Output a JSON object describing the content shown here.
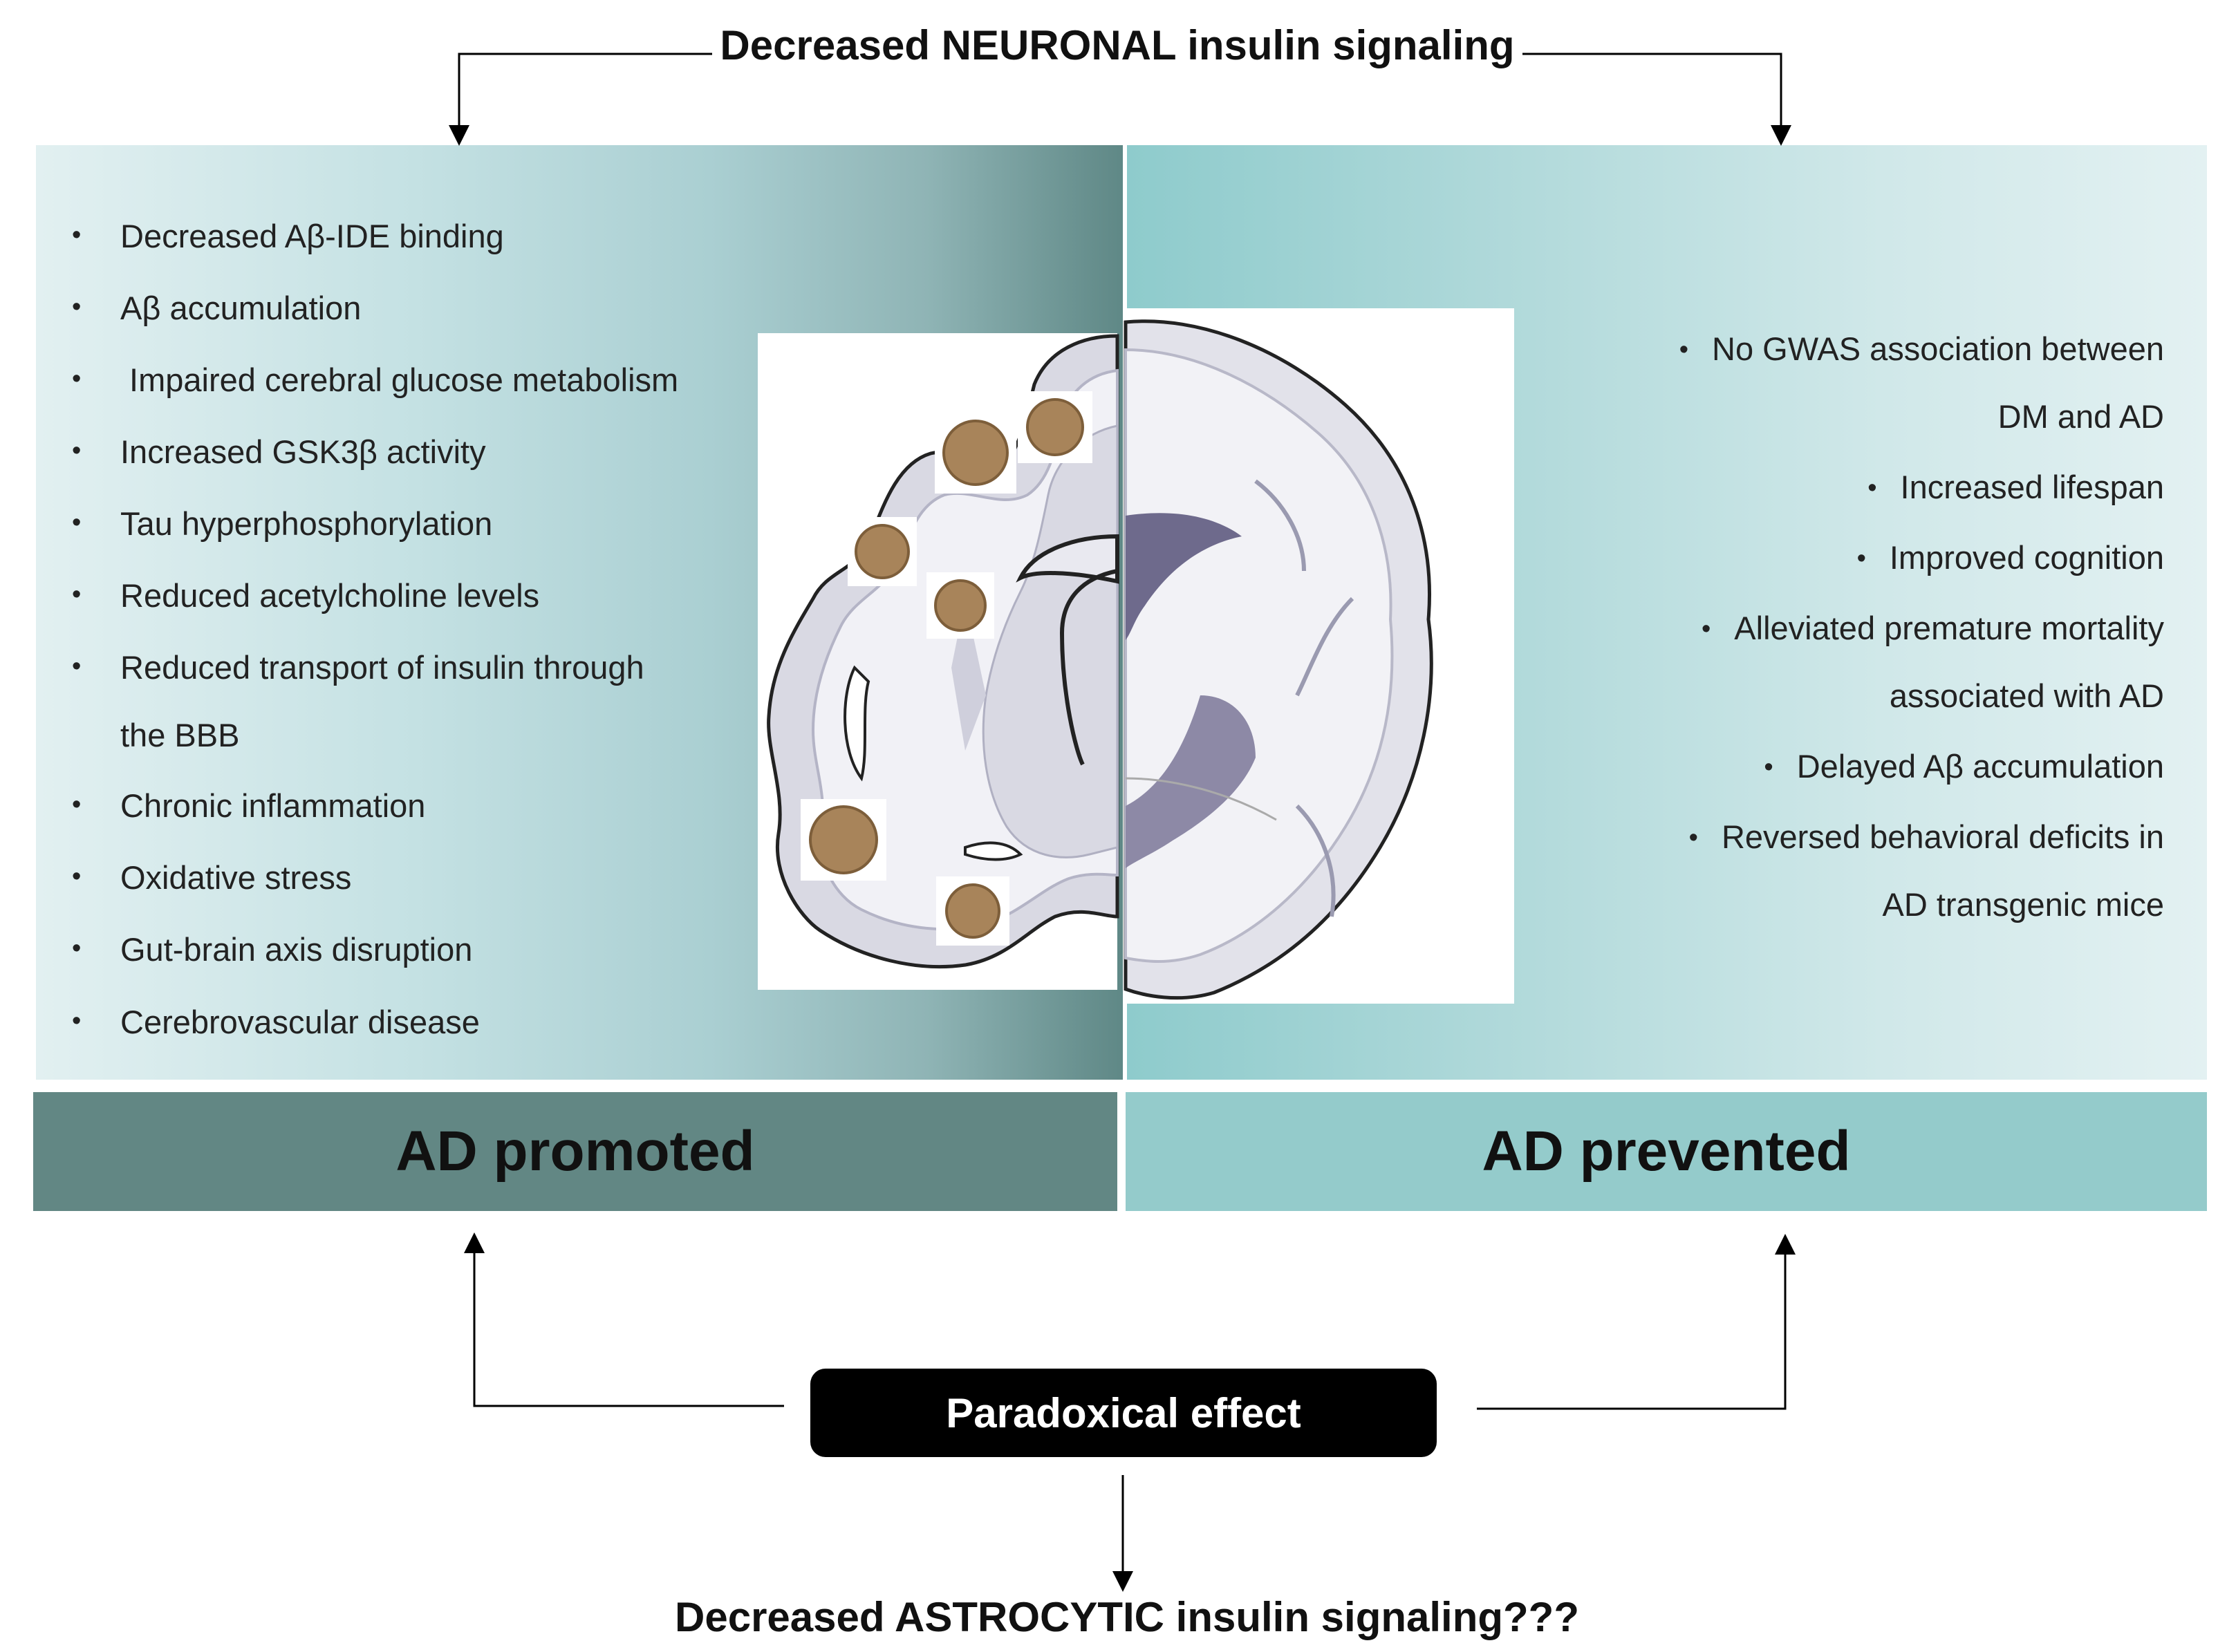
{
  "top_label": "Decreased NEURONAL insulin signaling",
  "bottom_label": "Decreased ASTROCYTIC insulin signaling???",
  "paradox_label": "Paradoxical effect",
  "left": {
    "bar_label": "AD promoted",
    "items": [
      {
        "text": "Decreased Aβ-IDE binding"
      },
      {
        "text": "Aβ accumulation"
      },
      {
        "text": " Impaired cerebral glucose metabolism"
      },
      {
        "text": "Increased GSK3β activity"
      },
      {
        "text": "Tau hyperphosphorylation"
      },
      {
        "text": "Reduced acetylcholine levels"
      },
      {
        "text": "Reduced transport of insulin through",
        "text2": "the BBB"
      },
      {
        "text": "Chronic inflammation"
      },
      {
        "text": "Oxidative stress"
      },
      {
        "text": "Gut-brain axis disruption"
      },
      {
        "text": "Cerebrovascular disease"
      }
    ]
  },
  "right": {
    "bar_label": "AD prevented",
    "items": [
      {
        "text": "No GWAS association between",
        "text2": "DM and AD"
      },
      {
        "text": "Increased lifespan"
      },
      {
        "text": "Improved cognition"
      },
      {
        "text": "Alleviated premature mortality",
        "text2": "associated with AD"
      },
      {
        "text": "Delayed Aβ accumulation"
      },
      {
        "text": "Reversed behavioral deficits in",
        "text2": "AD transgenic mice"
      }
    ]
  },
  "colors": {
    "promoted_bar": "#628784",
    "prevented_bar": "#94cbcb",
    "plaque": "#a8845a"
  }
}
